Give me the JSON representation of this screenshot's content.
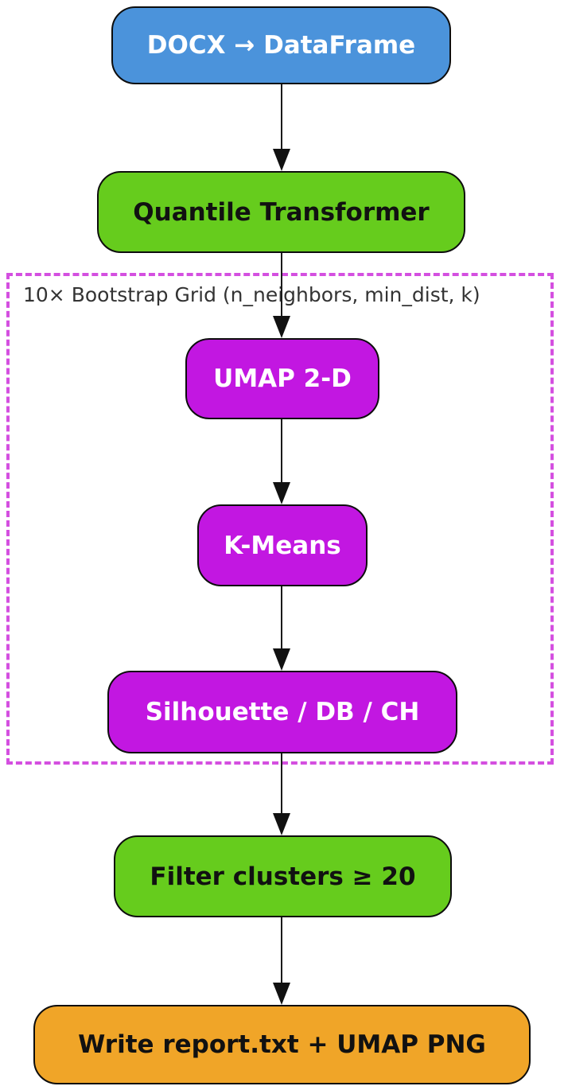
{
  "diagram": {
    "type": "flowchart",
    "background": "#ffffff",
    "nodes": [
      {
        "id": "docx-to-dataframe",
        "label": "DOCX → DataFrame",
        "fill": "#4B93DB",
        "text_color": "#ffffff"
      },
      {
        "id": "quantile-transformer",
        "label": "Quantile Transformer",
        "fill": "#66CC1D",
        "text_color": "#111111"
      },
      {
        "id": "umap-2d",
        "label": "UMAP 2-D",
        "fill": "#C217E1",
        "text_color": "#ffffff"
      },
      {
        "id": "k-means",
        "label": "K-Means",
        "fill": "#C217E1",
        "text_color": "#ffffff"
      },
      {
        "id": "silhouette-db-ch",
        "label": "Silhouette / DB / CH",
        "fill": "#C217E1",
        "text_color": "#ffffff"
      },
      {
        "id": "filter-clusters",
        "label": "Filter clusters ≥ 20",
        "fill": "#66CC1D",
        "text_color": "#111111"
      },
      {
        "id": "write-report",
        "label": "Write report.txt + UMAP PNG",
        "fill": "#F0A528",
        "text_color": "#111111"
      }
    ],
    "cluster": {
      "label": "10× Bootstrap Grid (n_neighbors, min_dist, k)",
      "border_color": "#D44FE0",
      "border_style": "dashed",
      "label_color": "#333333",
      "contains": [
        "umap-2d",
        "k-means",
        "silhouette-db-ch"
      ]
    },
    "edges": [
      {
        "from": "docx-to-dataframe",
        "to": "quantile-transformer"
      },
      {
        "from": "quantile-transformer",
        "to": "umap-2d"
      },
      {
        "from": "umap-2d",
        "to": "k-means"
      },
      {
        "from": "k-means",
        "to": "silhouette-db-ch"
      },
      {
        "from": "silhouette-db-ch",
        "to": "filter-clusters"
      },
      {
        "from": "filter-clusters",
        "to": "write-report"
      }
    ],
    "edge_color": "#1a1a1a",
    "node_border_color": "#0d0d0d"
  }
}
